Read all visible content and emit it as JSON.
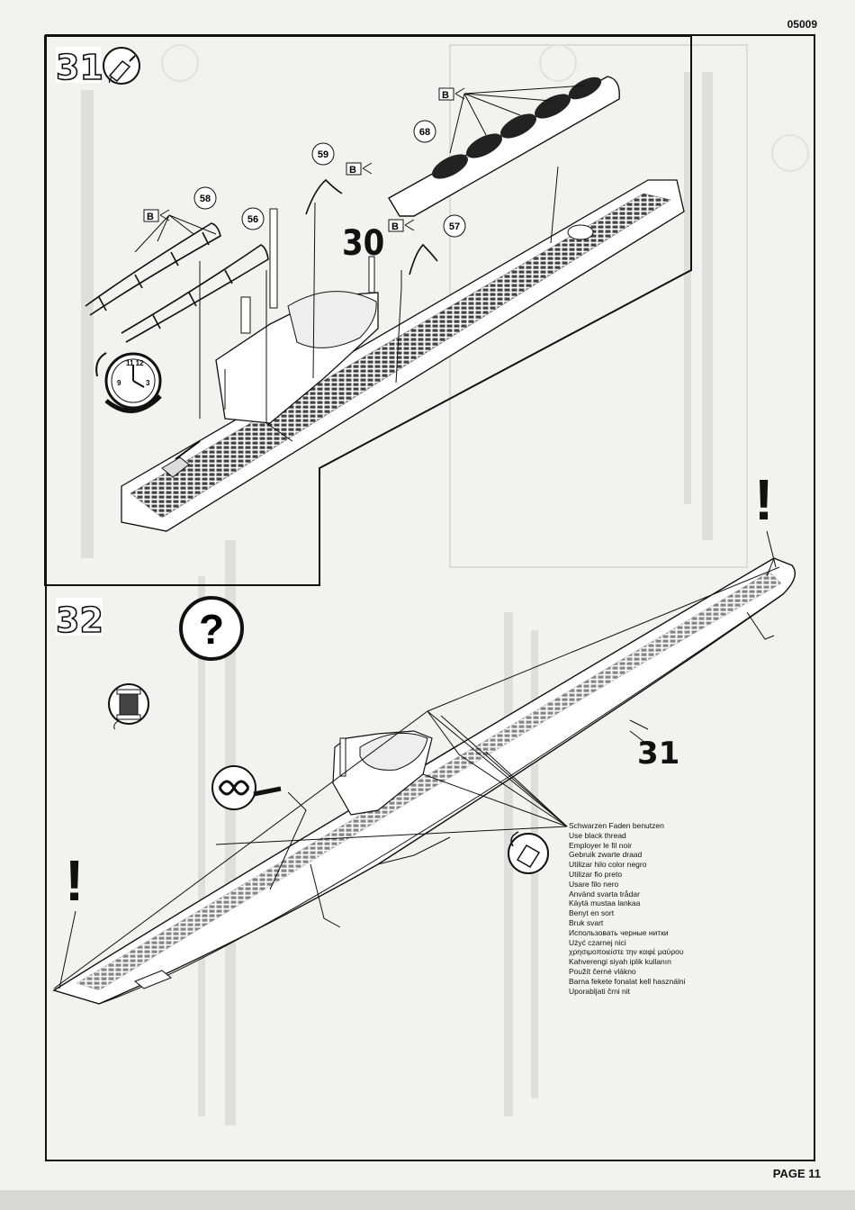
{
  "doc_number": "05009",
  "page_label": "PAGE 11",
  "steps": [
    {
      "number": "31",
      "icon": "glue-icon",
      "parts": [
        "58",
        "56",
        "59",
        "68",
        "57"
      ],
      "part_tag": "B",
      "assembly_ref": "30"
    },
    {
      "number": "32",
      "icon": "question-icon",
      "assembly_ref": "31"
    }
  ],
  "thread_instructions": [
    "Schwarzen Faden benutzen",
    "Use black thread",
    "Employer le fil noir",
    "Gebruik zwarte draad",
    "Utilizar hilo color negro",
    "Utilizar fio preto",
    "Usare filo nero",
    "Använd svarta trådar",
    "Käytä mustaa lankaa",
    "Benyt en sort",
    "Bruk svart",
    "Использовать черные нитки",
    "Użyć czarnej nici",
    "χρησιμοποιείστε την καφέ μαύρου",
    "Kahverengi siyah iplik kullanın",
    "Použít černé vlákno",
    "Barna fekete fonalat kell használni",
    "Uporabljati črni nit"
  ],
  "warning_mark": "!"
}
